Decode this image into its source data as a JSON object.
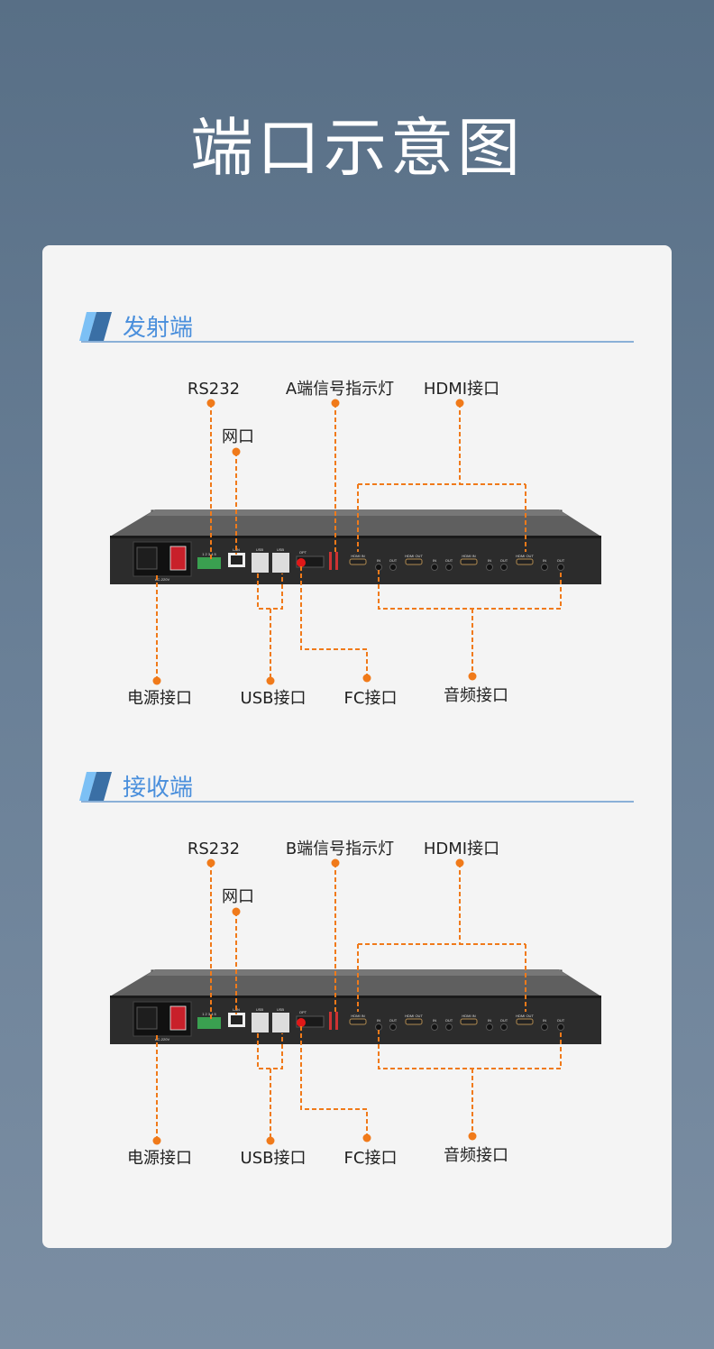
{
  "page_title": "端口示意图",
  "colors": {
    "accent": "#f07a1a",
    "heading": "#4a8fdc",
    "line": "#4a86c5"
  },
  "sections": [
    {
      "heading": "发射端",
      "labels": {
        "rs232": "RS232",
        "lan": "网口",
        "indicator": "A端信号指示灯",
        "hdmi": "HDMI接口",
        "power": "电源接口",
        "usb": "USB接口",
        "fc": "FC接口",
        "audio": "音频接口"
      }
    },
    {
      "heading": "接收端",
      "labels": {
        "rs232": "RS232",
        "lan": "网口",
        "indicator": "B端信号指示灯",
        "hdmi": "HDMI接口",
        "power": "电源接口",
        "usb": "USB接口",
        "fc": "FC接口",
        "audio": "音频接口"
      }
    }
  ],
  "device": {
    "power_label": "AC-220V",
    "terminal_label": "1 2 3 4 5",
    "lan_label": "LAN",
    "usb_label": "USB",
    "opt_label": "OPT",
    "hdmi_in": "HDMI IN",
    "hdmi_out": "HDMI OUT",
    "audio_in": "IN",
    "audio_out": "OUT"
  }
}
